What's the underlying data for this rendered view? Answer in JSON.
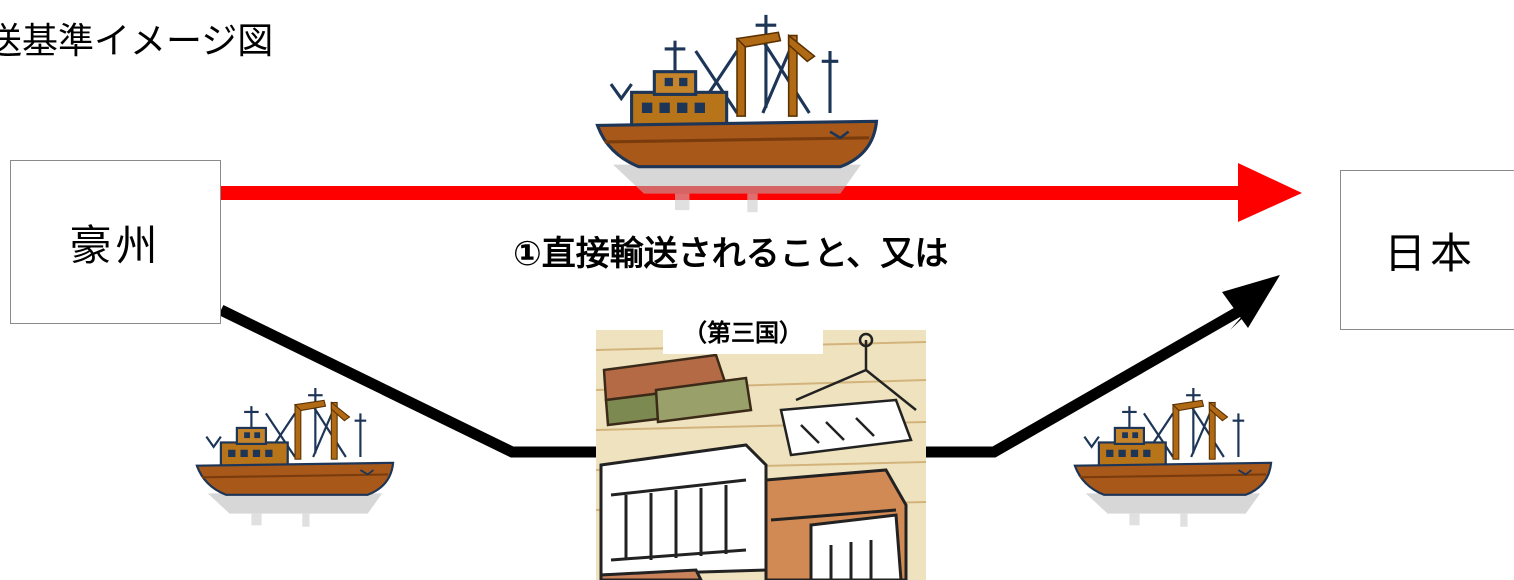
{
  "title": "送基準イメージ図",
  "nodes": {
    "origin": "豪州",
    "destination": "日本",
    "intermediate": "（第三国）"
  },
  "routes": {
    "direct_label": "①直接輸送されること、又は",
    "direct_color": "#ff0000",
    "via_color": "#000000"
  },
  "icons": [
    "cargo-ship-icon",
    "crates-warehouse-icon"
  ]
}
